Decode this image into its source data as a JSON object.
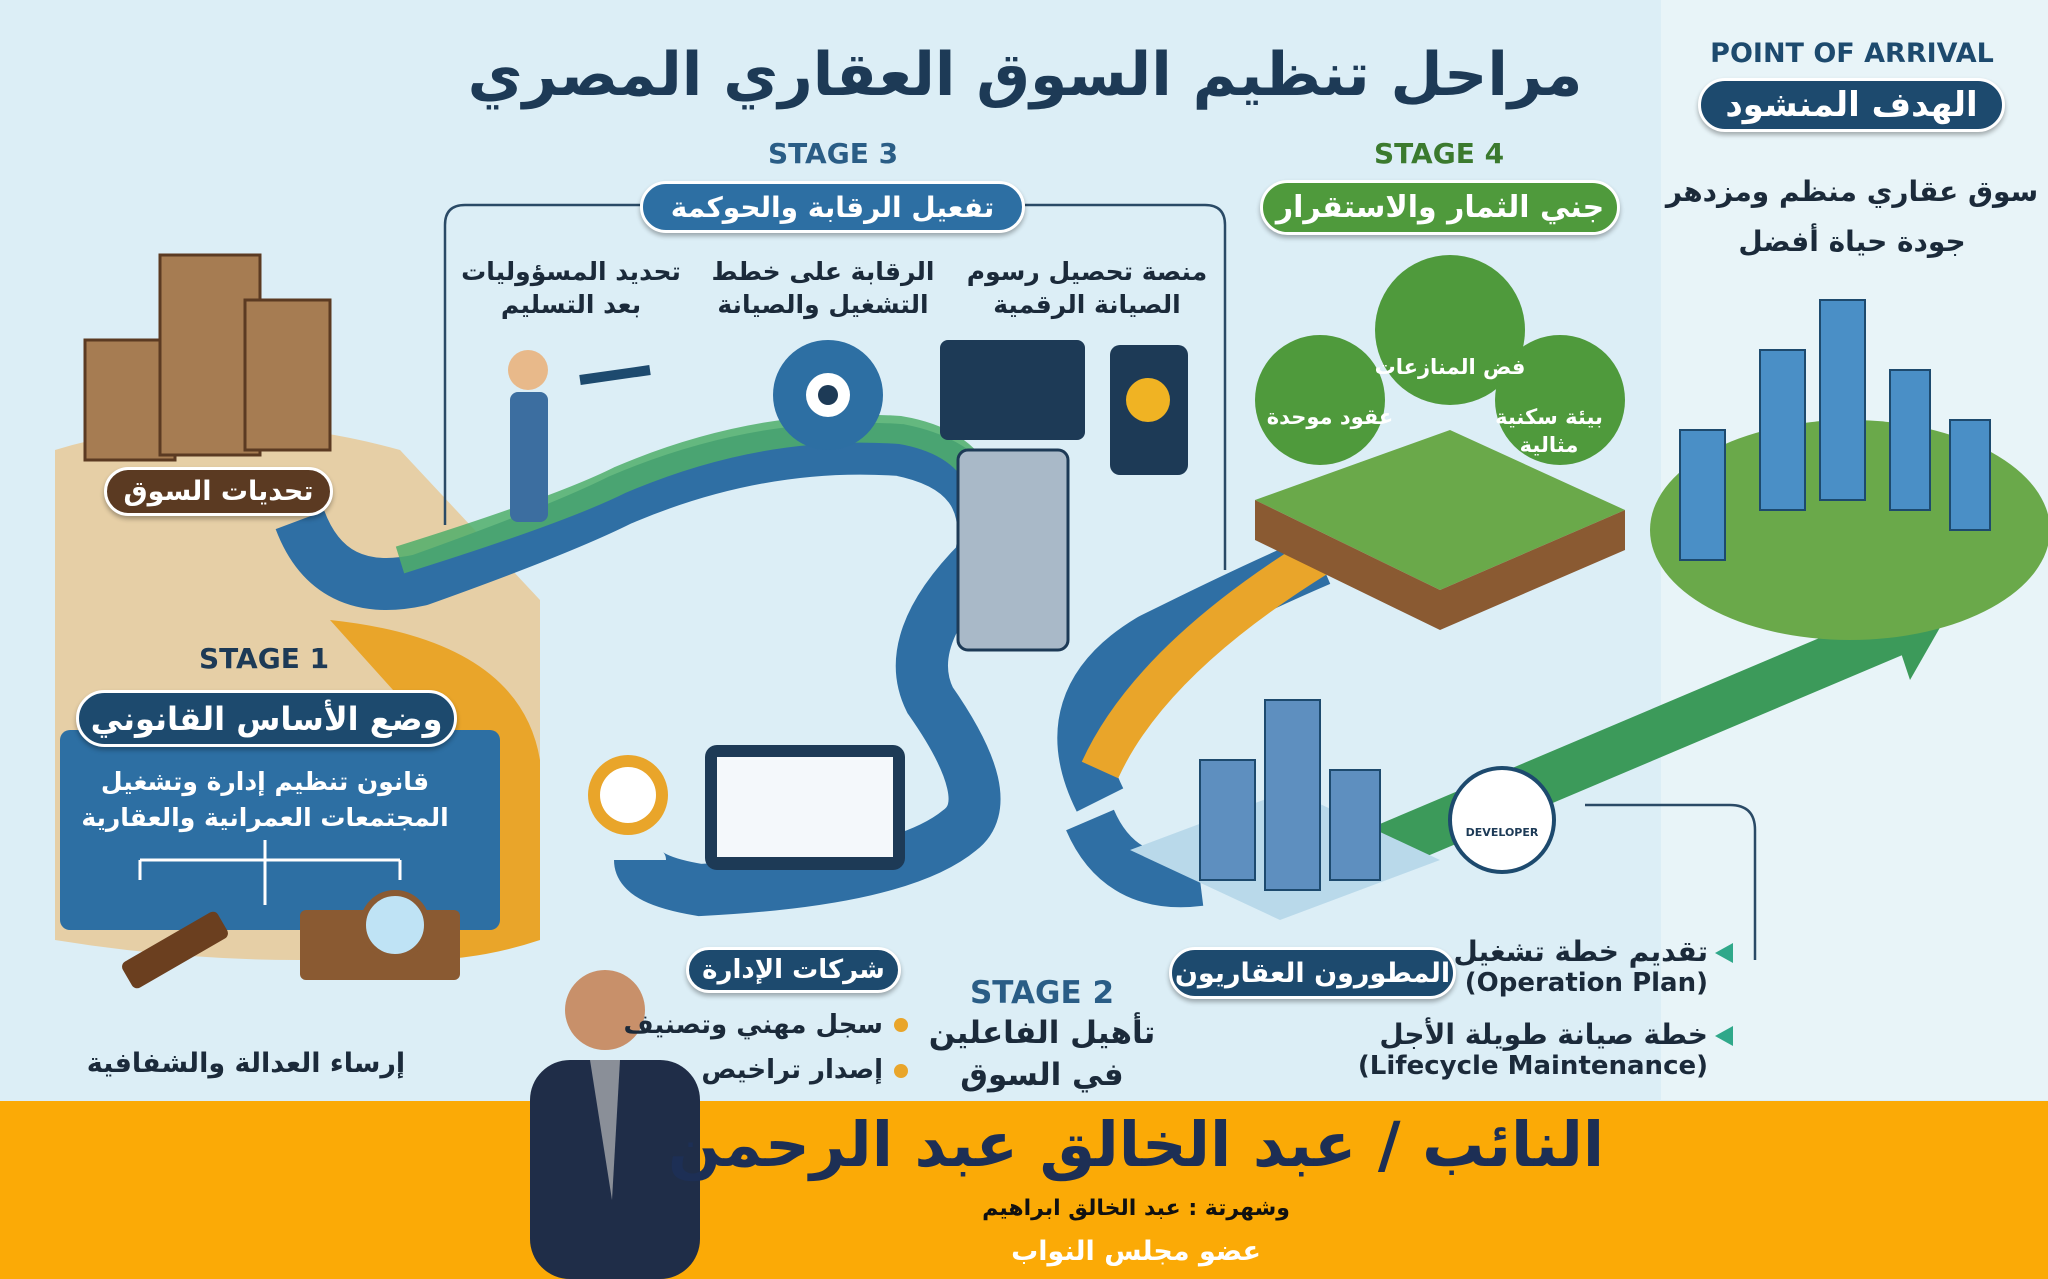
{
  "title": "مراحل تنظيم السوق العقاري المصري",
  "arrival": {
    "label": "POINT OF ARRIVAL",
    "pill": "الهدف المنشود",
    "lines": [
      "سوق عقاري منظم ومزدهر",
      "جودة حياة أفضل"
    ]
  },
  "stage1": {
    "label": "STAGE 1",
    "pill": "وضع الأساس القانوني",
    "law_lines": [
      "قانون تنظيم إدارة وتشغيل",
      "المجتمعات العمرانية والعقارية"
    ],
    "footer": "إرساء العدالة والشفافية",
    "challenges": "تحديات السوق"
  },
  "stage2": {
    "label": "STAGE 2",
    "title_lines": [
      "تأهيل الفاعلين",
      "في السوق"
    ],
    "management": "شركات الإدارة",
    "bullets": [
      "سجل مهني وتصنيف",
      "إصدار تراخيص"
    ],
    "developers": "المطورون العقاريون",
    "developer_badge": "DEVELOPER",
    "seal_text": "DEVELOPER",
    "dev_items": [
      {
        "ar": "تقديم خطة تشغيل",
        "en": "(Operation Plan)"
      },
      {
        "ar": "خطة صيانة طويلة الأجل",
        "en": "(Lifecycle Maintenance)"
      }
    ]
  },
  "stage3": {
    "label": "STAGE 3",
    "pill": "تفعيل الرقابة والحوكمة",
    "items": [
      [
        "تحديد المسؤوليات",
        "بعد التسليم"
      ],
      [
        "الرقابة على خطط",
        "التشغيل والصيانة"
      ],
      [
        "منصة تحصيل رسوم",
        "الصيانة الرقمية"
      ]
    ]
  },
  "stage4": {
    "label": "STAGE 4",
    "pill": "جني الثمار والاستقرار",
    "trees": [
      "عقود موحدة",
      "فض المنازعات",
      [
        "بيئة سكنية",
        "مثالية"
      ]
    ]
  },
  "footer": {
    "name": "النائب / عبد الخالق عبد الرحمن",
    "alias": "وشهرتة : عبد الخالق ابراهيم",
    "role": "عضو مجلس النواب"
  },
  "colors": {
    "navy": "#1d4a6e",
    "green": "#4f9a3c",
    "orange": "#fbaa06",
    "stage": "#2a5d86"
  }
}
